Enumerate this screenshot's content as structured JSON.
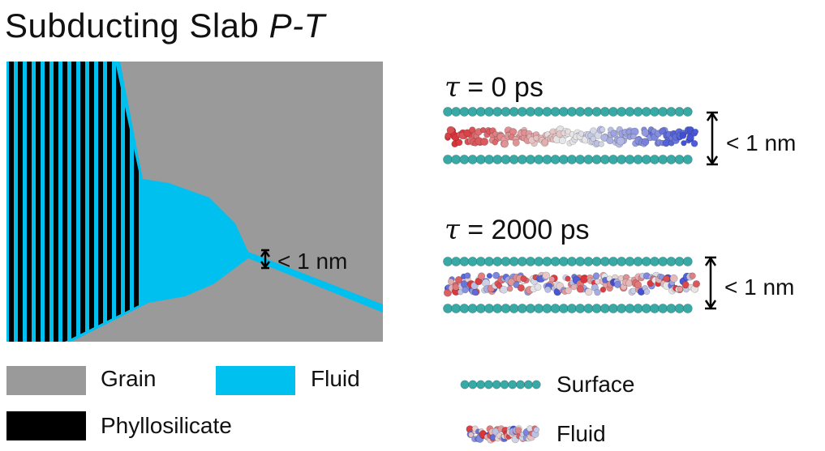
{
  "title": {
    "main": "Subducting Slab ",
    "italic": "P-T"
  },
  "schematic": {
    "gap_label": "< 1 nm",
    "colors": {
      "grain": "#9a9a9a",
      "fluid": "#00c0f0",
      "phyllosilicate": "#000000"
    }
  },
  "legend": [
    {
      "label": "Grain",
      "color": "#9a9a9a"
    },
    {
      "label": "Fluid",
      "color": "#00c0f0"
    },
    {
      "label": "Phyllosilicate",
      "color": "#000000"
    }
  ],
  "panels": [
    {
      "tau_symbol": "τ",
      "tau_text": " = 0 ps",
      "gap_label": "< 1 nm"
    },
    {
      "tau_symbol": "τ",
      "tau_text": " = 2000 ps",
      "gap_label": "< 1 nm"
    }
  ],
  "md_legend": {
    "surface_label": "Surface",
    "fluid_label": "Fluid"
  },
  "md_colors": {
    "surface": "#39a9a5",
    "red": "#d9353a",
    "white": "#e8e8e8",
    "blue": "#3f4fd6"
  }
}
